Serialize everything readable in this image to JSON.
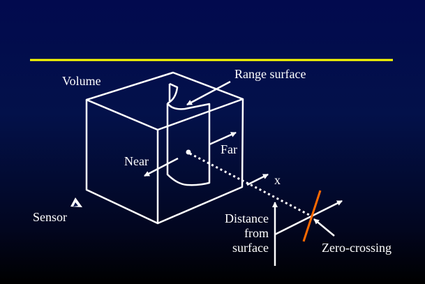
{
  "labels": {
    "volume": "Volume",
    "range_surface": "Range surface",
    "near": "Near",
    "far": "Far",
    "x_axis": "x",
    "sensor": "Sensor",
    "distance_line1": "Distance",
    "distance_line2": "from",
    "distance_line3": "surface",
    "zero_crossing": "Zero-crossing"
  },
  "colors": {
    "rule": "#ffff00",
    "zero_crossing_line": "#ff6a00",
    "lines": "#ffffff"
  }
}
